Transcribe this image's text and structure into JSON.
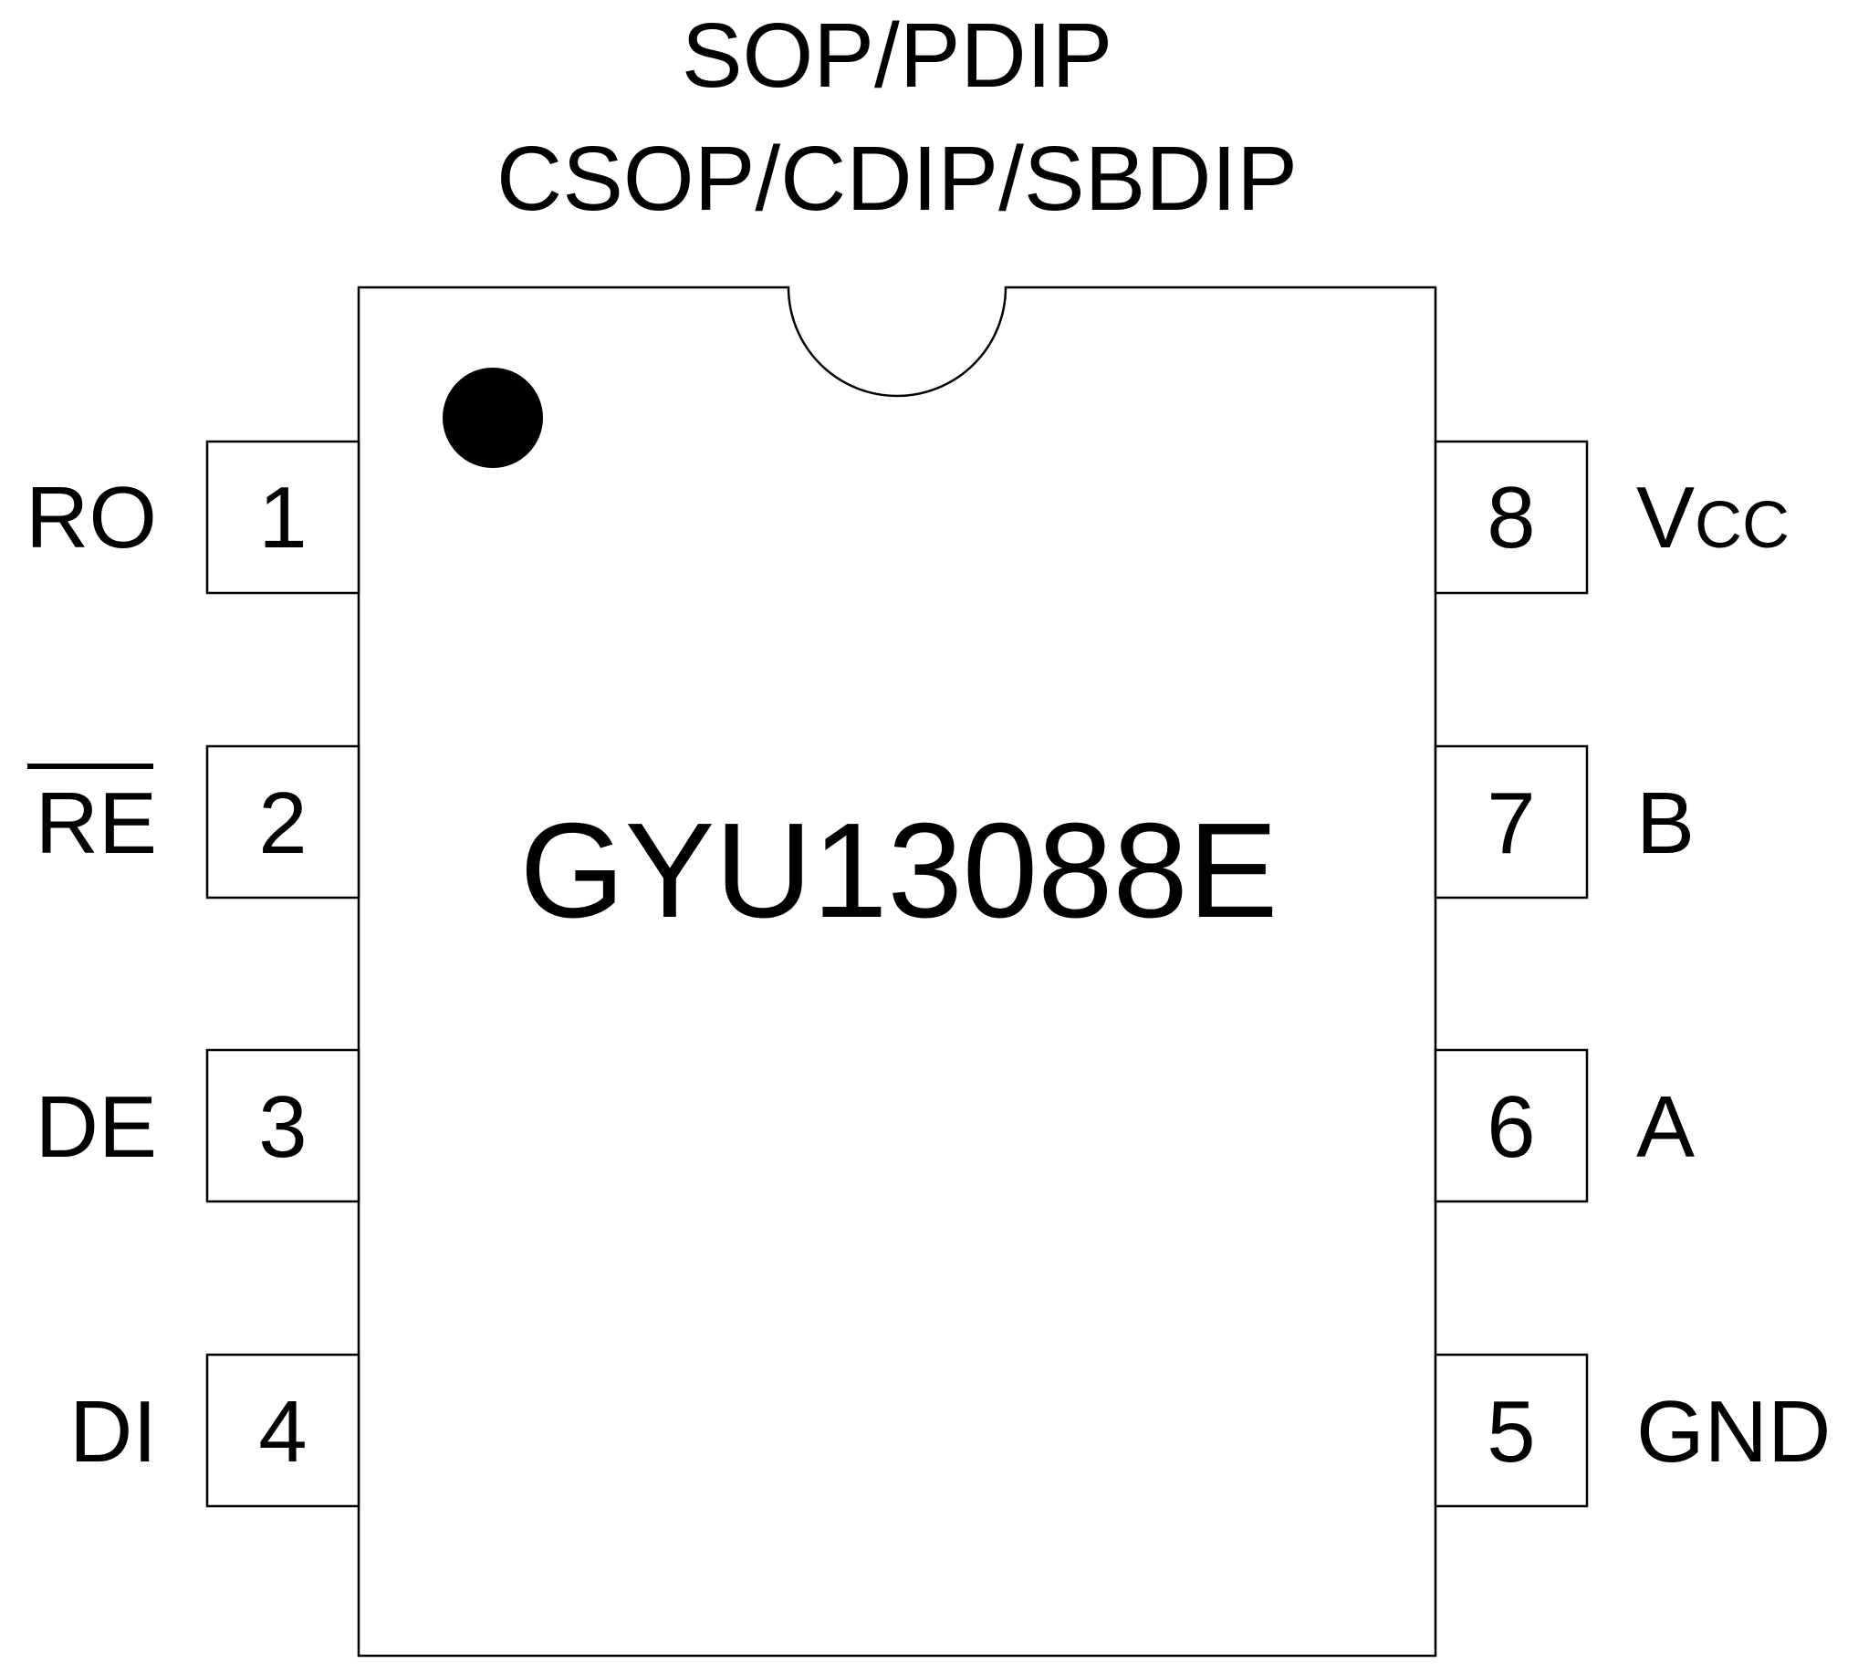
{
  "title": {
    "line1": "SOP/PDIP",
    "line2": "CSOP/CDIP/SBDIP"
  },
  "chip": {
    "name": "GYU13088E"
  },
  "pins_left": [
    {
      "number": "1",
      "label": "RO",
      "overbar": false
    },
    {
      "number": "2",
      "label": "RE",
      "overbar": true
    },
    {
      "number": "3",
      "label": "DE",
      "overbar": false
    },
    {
      "number": "4",
      "label": "DI",
      "overbar": false
    }
  ],
  "pins_right": [
    {
      "number": "8",
      "label_main": "V",
      "label_sub": "CC"
    },
    {
      "number": "7",
      "label_main": "B",
      "label_sub": ""
    },
    {
      "number": "6",
      "label_main": "A",
      "label_sub": ""
    },
    {
      "number": "5",
      "label_main": "GND",
      "label_sub": ""
    }
  ],
  "colors": {
    "stroke": "#000000",
    "background": "#ffffff",
    "pin1_marker": "#000000"
  }
}
